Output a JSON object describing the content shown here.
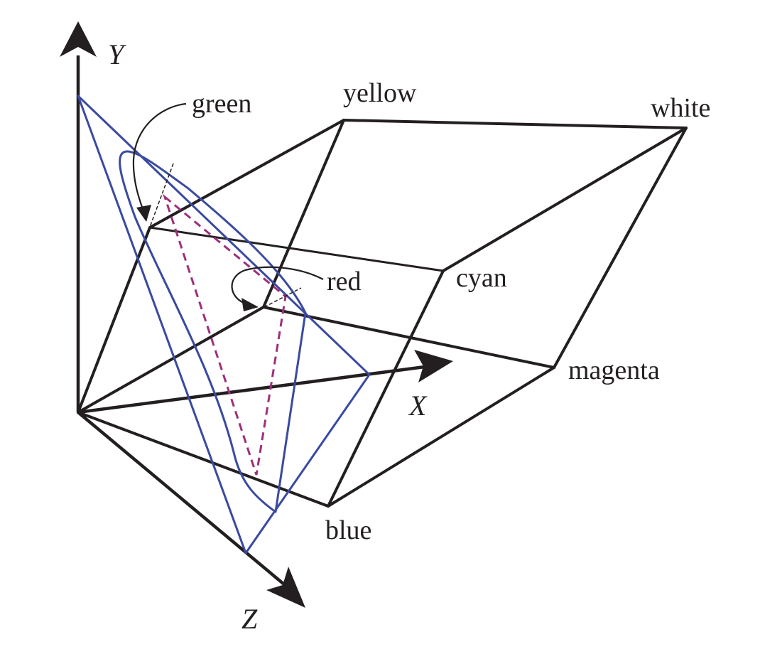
{
  "labels": {
    "y_axis": "Y",
    "x_axis": "X",
    "z_axis": "Z",
    "green": "green",
    "yellow": "yellow",
    "white": "white",
    "red": "red",
    "cyan": "cyan",
    "magenta": "magenta",
    "blue": "blue"
  },
  "colors": {
    "cube_edges": "#231f20",
    "spectral_locus": "#3a4aa0",
    "triangle_dashed": "#9e2f7d",
    "axes": "#231f20",
    "background": "#ffffff"
  }
}
